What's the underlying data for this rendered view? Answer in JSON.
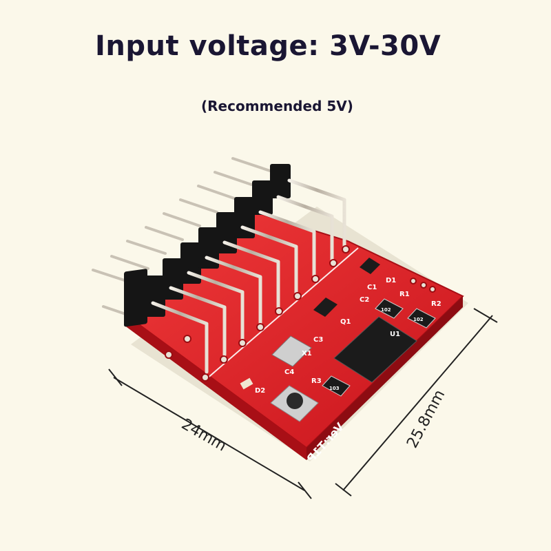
{
  "header": {
    "title": "Input voltage: 3V-30V",
    "subtitle": "(Recommended 5V)"
  },
  "dimensions": {
    "width_label": "24mm",
    "height_label": "25.8mm"
  },
  "board": {
    "version_label": "Ver:T1P",
    "silkscreen": {
      "d1": "D1",
      "r1": "R1",
      "c1": "C1",
      "c2": "C2",
      "r2": "R2",
      "q1": "Q1",
      "u1": "U1",
      "c3": "C3",
      "x1": "X1",
      "c4": "C4",
      "r3": "R3",
      "d2": "D2"
    },
    "resistor_code_1": "102",
    "resistor_code_2": "102",
    "resistor_code_3": "103"
  },
  "colors": {
    "background": "#fbf8ea",
    "pcb": "#e0232a",
    "headers": "#151515",
    "pins": "#d8d2c8",
    "text": "#1a1633"
  }
}
